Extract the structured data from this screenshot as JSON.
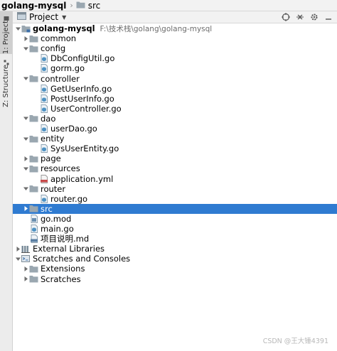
{
  "breadcrumb": {
    "project": "golang-mysql",
    "folder": "src"
  },
  "tool_strip": {
    "project_tab": "1: Project",
    "structure_tab": "Z: Structure"
  },
  "panel": {
    "title": "Project",
    "tools": [
      "target-icon",
      "collapse-all-icon",
      "settings-icon",
      "hide-icon"
    ]
  },
  "tree": [
    {
      "label": "golang-mysql",
      "path": "F:\\技术栈\\golang\\golang-mysql",
      "level": 0,
      "arrow": "down",
      "icon": "module",
      "bold": true
    },
    {
      "label": "common",
      "level": 1,
      "arrow": "right",
      "icon": "folder"
    },
    {
      "label": "config",
      "level": 1,
      "arrow": "down",
      "icon": "folder"
    },
    {
      "label": "DbConfigUtil.go",
      "level": 2,
      "icon": "go"
    },
    {
      "label": "gorm.go",
      "level": 2,
      "icon": "go"
    },
    {
      "label": "controller",
      "level": 1,
      "arrow": "down",
      "icon": "folder"
    },
    {
      "label": "GetUserInfo.go",
      "level": 2,
      "icon": "go"
    },
    {
      "label": "PostUserInfo.go",
      "level": 2,
      "icon": "go"
    },
    {
      "label": "UserController.go",
      "level": 2,
      "icon": "go"
    },
    {
      "label": "dao",
      "level": 1,
      "arrow": "down",
      "icon": "folder"
    },
    {
      "label": "userDao.go",
      "level": 2,
      "icon": "go"
    },
    {
      "label": "entity",
      "level": 1,
      "arrow": "down",
      "icon": "folder"
    },
    {
      "label": "SysUserEntity.go",
      "level": 2,
      "icon": "go"
    },
    {
      "label": "page",
      "level": 1,
      "arrow": "right",
      "icon": "folder"
    },
    {
      "label": "resources",
      "level": 1,
      "arrow": "down",
      "icon": "folder"
    },
    {
      "label": "application.yml",
      "level": 2,
      "icon": "yml"
    },
    {
      "label": "router",
      "level": 1,
      "arrow": "down",
      "icon": "folder"
    },
    {
      "label": "router.go",
      "level": 2,
      "icon": "go"
    },
    {
      "label": "src",
      "level": 1,
      "arrow": "right",
      "icon": "folder",
      "selected": true
    },
    {
      "label": "go.mod",
      "level": 1,
      "icon": "gomod"
    },
    {
      "label": "main.go",
      "level": 1,
      "icon": "go"
    },
    {
      "label": "项目说明.md",
      "level": 1,
      "icon": "md"
    },
    {
      "label": "External Libraries",
      "level": 0,
      "arrow": "right",
      "icon": "library"
    },
    {
      "label": "Scratches and Consoles",
      "level": 0,
      "arrow": "down",
      "icon": "scratch"
    },
    {
      "label": "Extensions",
      "level": 1,
      "arrow": "right",
      "icon": "folder"
    },
    {
      "label": "Scratches",
      "level": 1,
      "arrow": "right",
      "icon": "folder"
    }
  ],
  "watermark": "CSDN @王大锤4391",
  "colors": {
    "selection": "#2f7bd1",
    "folder": "#9aa7b0",
    "go_file": "#4f93c4"
  }
}
